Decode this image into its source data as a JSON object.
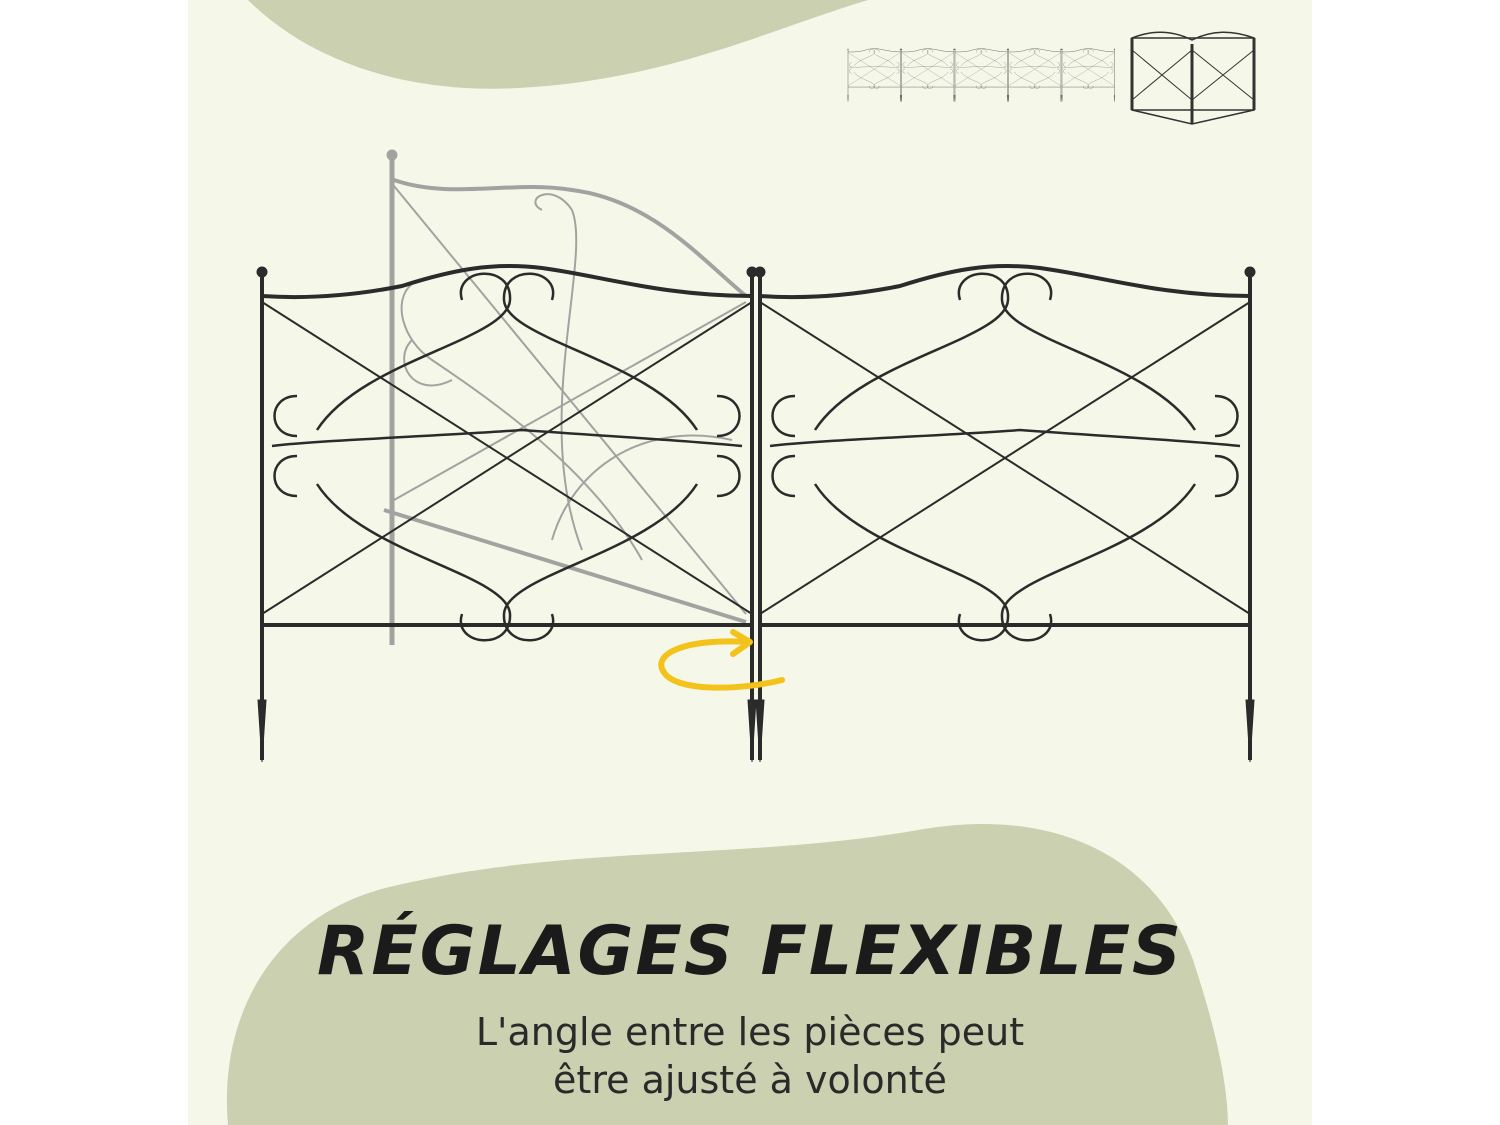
{
  "headline": "RÉGLAGES FLEXIBLES",
  "description": {
    "line1": "L'angle entre les pièces peut",
    "line2": "être ajusté à volonté"
  },
  "colors": {
    "background": "#f5f8e8",
    "blob": "#cbd0b0",
    "fence": "#2b2b2b",
    "ghost_fence": "#9a9a9a",
    "rotate_arrow": "#f3c21b"
  },
  "icons": {
    "rotate": "rotate-arrow-icon",
    "thumb_straight": "fence-straight-layout-icon",
    "thumb_enclosure": "fence-enclosure-layout-icon"
  }
}
